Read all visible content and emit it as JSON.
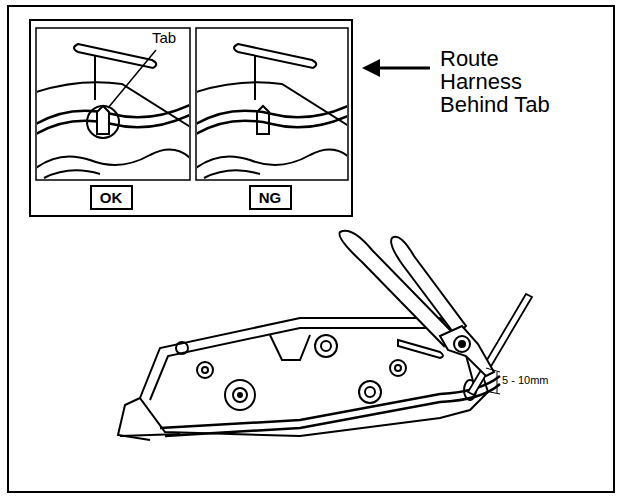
{
  "diagram": {
    "nodes": [
      {
        "text": [
          "OK"
        ]
      },
      {
        "text": [
          "NG"
        ]
      }
    ],
    "labels": [
      "Tab",
      "Route Harness Behind Tab",
      "5 - 10mm"
    ]
  }
}
